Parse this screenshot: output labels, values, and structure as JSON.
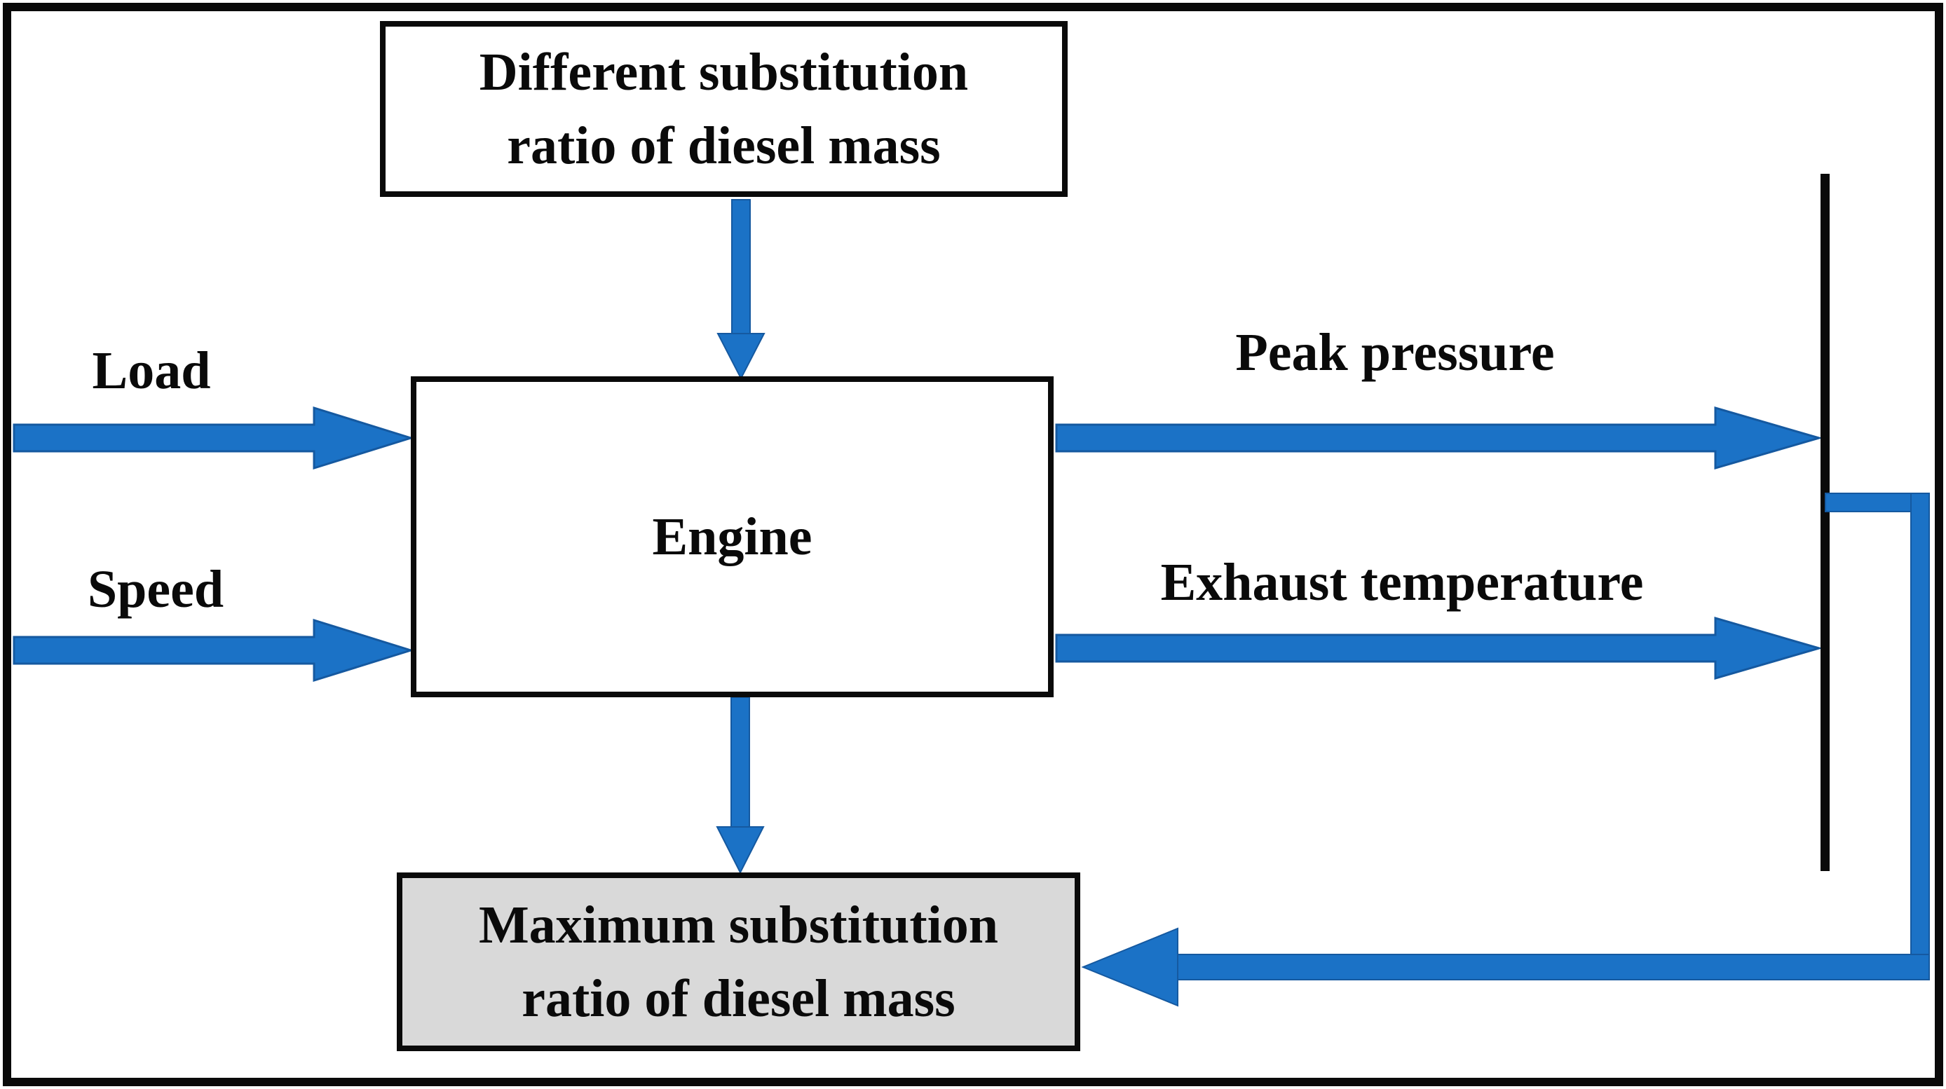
{
  "diagram": {
    "nodes": {
      "substitution_input": {
        "lines": [
          "Different substitution",
          "ratio of diesel mass"
        ]
      },
      "engine": {
        "label": "Engine"
      },
      "substitution_output": {
        "lines": [
          "Maximum substitution",
          "ratio of diesel mass"
        ]
      }
    },
    "input_labels": {
      "load": "Load",
      "speed": "Speed"
    },
    "output_labels": {
      "peak_pressure": "Peak pressure",
      "exhaust_temperature": "Exhaust temperature"
    }
  },
  "colors": {
    "arrow_blue": "#1b72c6",
    "arrow_edge_blue": "#1559a0",
    "output_box_gray": "#d9d9d9",
    "line_black": "#0a0a0a",
    "background": "#ffffff"
  }
}
